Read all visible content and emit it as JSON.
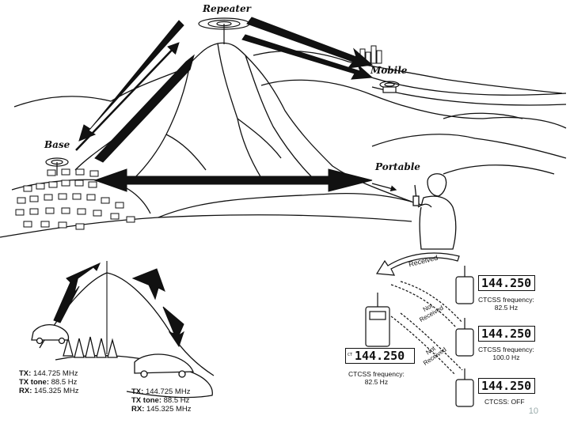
{
  "diagram": {
    "labels": {
      "repeater": "Repeater",
      "mobile": "Mobile",
      "base": "Base",
      "portable": "Portable"
    },
    "tx_block_left": {
      "tx_label": "TX:",
      "tx_value": "144.725 MHz",
      "tone_label": "TX tone:",
      "tone_value": "88.5 Hz",
      "rx_label": "RX:",
      "rx_value": "145.325 MHz"
    },
    "tx_block_right": {
      "tx_label": "TX:",
      "tx_value": "144.725 MHz",
      "tone_label": "TX tone:",
      "tone_value": "88.5 Hz",
      "rx_label": "RX:",
      "rx_value": "145.325 MHz"
    },
    "ctcss": {
      "received": "Received",
      "not_received_1": "Not\nReceived",
      "not_received_2": "Not\nReceived",
      "left_display": "144.250",
      "left_display_tag": "CT",
      "left_caption": "CTCSS frequency:\n82.5 Hz",
      "radios": [
        {
          "display": "144.250",
          "caption": "CTCSS frequency:\n82.5 Hz"
        },
        {
          "display": "144.250",
          "caption": "CTCSS frequency:\n100.0 Hz"
        },
        {
          "display": "144.250",
          "caption": "CTCSS: OFF"
        }
      ]
    },
    "slide_number": "10"
  }
}
